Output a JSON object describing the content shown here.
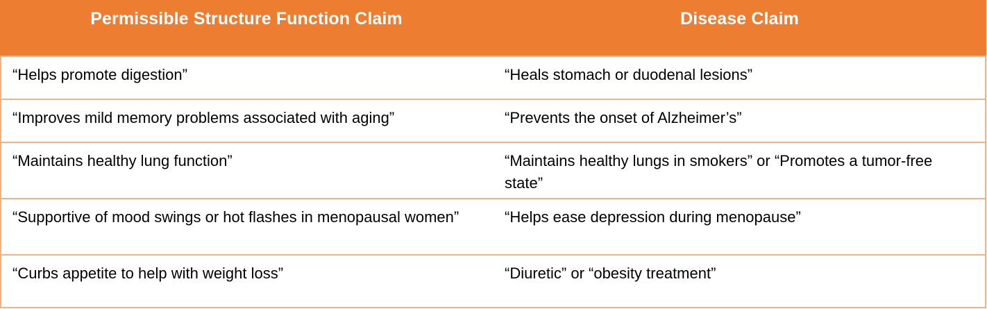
{
  "table": {
    "header_color": "#ed7d31",
    "border_color": "#f4b183",
    "columns": [
      "Permissible Structure Function Claim",
      "Disease Claim"
    ],
    "rows": [
      {
        "structure_function": "“Helps promote digestion”",
        "disease": "“Heals stomach or duodenal lesions”"
      },
      {
        "structure_function": "“Improves mild memory problems associated with aging”",
        "disease": "“Prevents the onset of Alzheimer’s”"
      },
      {
        "structure_function": "“Maintains healthy lung function”",
        "disease": "“Maintains healthy lungs in smokers” or “Promotes a tumor-free state”"
      },
      {
        "structure_function": "“Supportive of mood swings or hot flashes in menopausal women”",
        "disease": "“Helps ease depression during menopause”"
      },
      {
        "structure_function": "“Curbs appetite to help with weight loss”",
        "disease": "“Diuretic” or “obesity treatment”"
      }
    ]
  }
}
